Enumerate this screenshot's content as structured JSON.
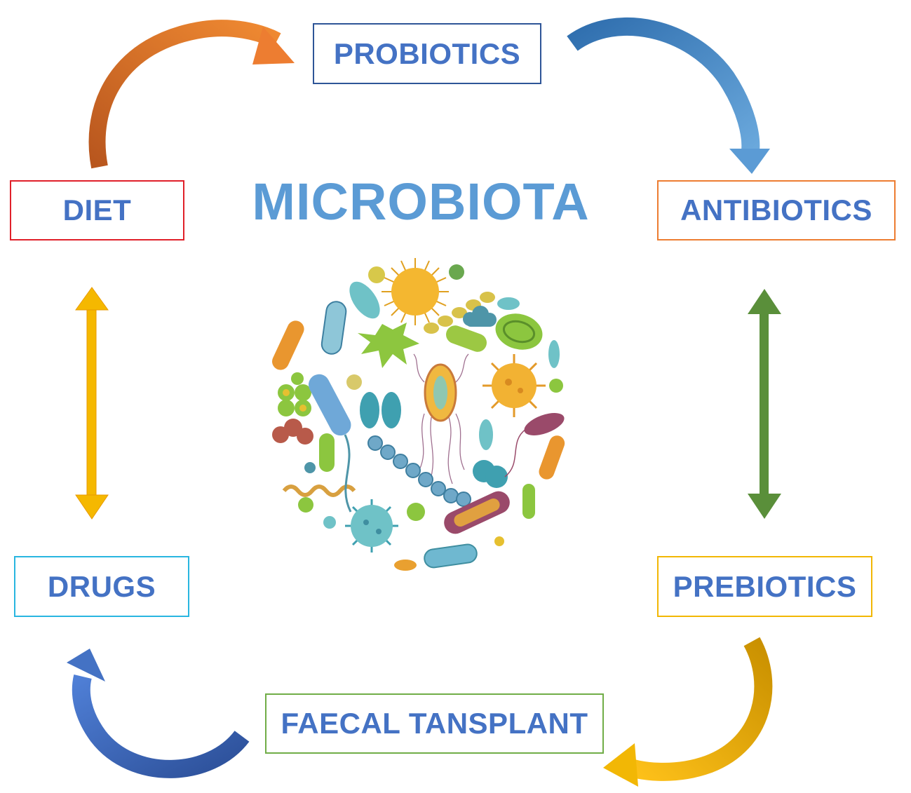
{
  "title": "MICROBIOTA",
  "nodes": {
    "probiotics": {
      "label": "PROBIOTICS",
      "border_color": "#2e5597"
    },
    "antibiotics": {
      "label": "ANTIBIOTICS",
      "border_color": "#ed7d31"
    },
    "diet": {
      "label": "DIET",
      "border_color": "#e0202a"
    },
    "drugs": {
      "label": "DRUGS",
      "border_color": "#29b6e0"
    },
    "prebiotics": {
      "label": "PREBIOTICS",
      "border_color": "#f2b705"
    },
    "faecal": {
      "label": "FAECAL TANSPLANT",
      "border_color": "#70ad47"
    }
  },
  "colors": {
    "label_text": "#4472c4",
    "title_text": "#5b9bd5",
    "arrow_diet_probiotics": "#e07b2c",
    "arrow_probiotics_antibiotics": "#4a86c5",
    "arrow_antibiotics_prebiotics": "#5a8f3a",
    "arrow_prebiotics_faecal": "#e6a800",
    "arrow_faecal_drugs": "#3b62b4",
    "arrow_diet_drugs": "#f5b800"
  },
  "illustration": "microbes-cluster"
}
